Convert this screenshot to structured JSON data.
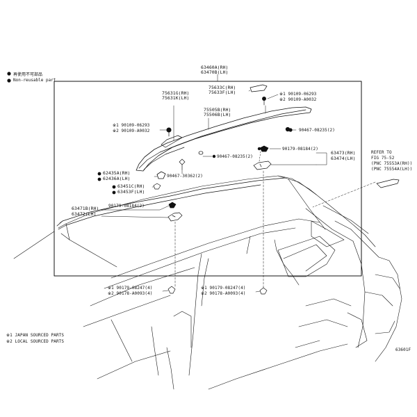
{
  "legend": {
    "non_reusable_jp": "再使用不可部品",
    "non_reusable_en": "Non-reusable part"
  },
  "labels": {
    "rack_main_rh": "63460A(RH)",
    "rack_main_lh": "63470B(LH)",
    "cover_rear_rh": "75633C(RH)",
    "cover_rear_lh": "75633F(LH)",
    "screw_top_1": "※1 90109-06293",
    "screw_top_2": "※2 90109-A0032",
    "cover_front_rh": "75631G(RH)",
    "cover_front_lh": "75631K(LH)",
    "mould_rh": "75505B(RH)",
    "mould_lh": "75506B(LH)",
    "nut_rear": "90467-08235(2)",
    "screw_left_1": "※1 90109-06293",
    "screw_left_2": "※2 90109-A0032",
    "clip_mid": "90467-08235(2)",
    "clip_side": "90179-08184(2)",
    "bracket_rh": "63473(RH)",
    "bracket_lh": "63474(LH)",
    "plug_rh": "62435A(RH)",
    "plug_lh": "62436A(LH)",
    "spacer_rh": "63451C(RH)",
    "spacer_lh": "63453F(LH)",
    "grommet": "90467-30362(2)",
    "rail_rh": "63471B(RH)",
    "rail_lh": "63472(LH)",
    "clip_rail": "90179-08184(2)",
    "refer_1": "REFER TO",
    "refer_2": "FIG 75-52",
    "refer_3": "(PNC 75553A(RH))",
    "refer_4": "(PNC 75554A(LH))",
    "bolt_front_1": "※1 90179-08247(4)",
    "bolt_front_2": "※2 90178-A0093(4)",
    "bolt_rear_1": "※1 90179-08247(4)",
    "bolt_rear_2": "※2 90178-A0093(4)",
    "note_1": "※1  JAPAN SOURCED PARTS",
    "note_2": "※2  LOCAL SOURCED PARTS",
    "figure_code": "63601F"
  }
}
